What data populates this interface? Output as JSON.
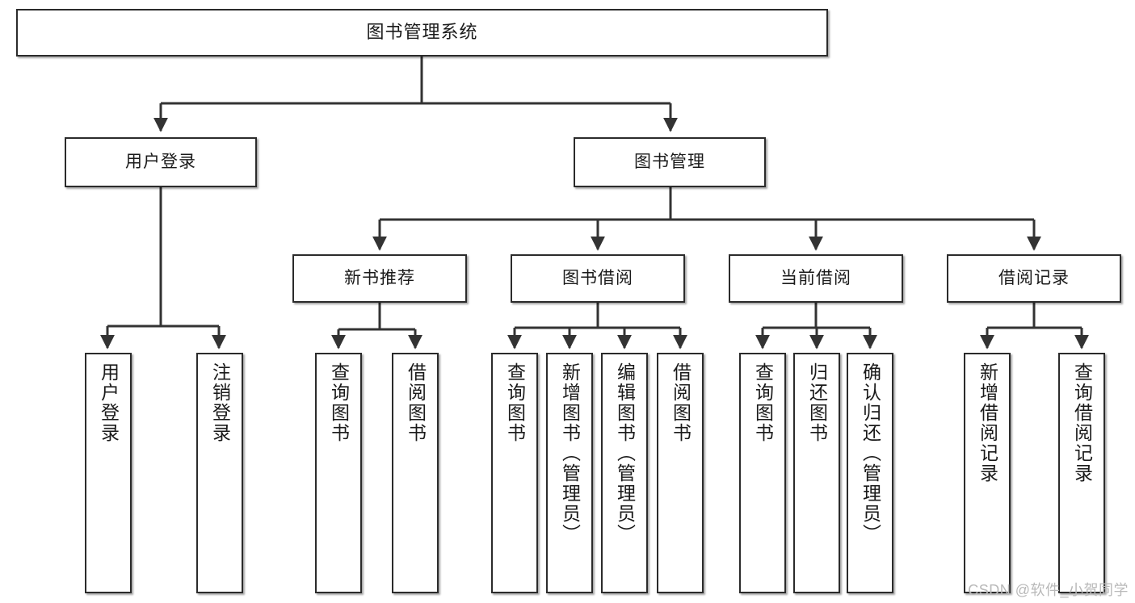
{
  "diagram": {
    "title": "图书管理系统",
    "type": "tree",
    "watermark": "CSDN @软件_小贺同学",
    "colors": {
      "box_border": "#2b2b2b",
      "box_fill": "#ffffff",
      "connector": "#333333",
      "text": "#1a1a1a",
      "watermark": "#b9b9b9"
    },
    "root": {
      "label": "图书管理系统"
    },
    "level1": [
      {
        "label": "用户登录"
      },
      {
        "label": "图书管理"
      }
    ],
    "level2": [
      {
        "label": "新书推荐"
      },
      {
        "label": "图书借阅"
      },
      {
        "label": "当前借阅"
      },
      {
        "label": "借阅记录"
      }
    ],
    "leaves": {
      "user_login": [
        {
          "label": "用户登录"
        },
        {
          "label": "注销登录"
        }
      ],
      "new_book_recommend": [
        {
          "label": "查询图书"
        },
        {
          "label": "借阅图书"
        }
      ],
      "book_borrow": [
        {
          "label": "查询图书"
        },
        {
          "label": "新增图书（管理员）"
        },
        {
          "label": "编辑图书（管理员）"
        },
        {
          "label": "借阅图书"
        }
      ],
      "current_borrow": [
        {
          "label": "查询图书"
        },
        {
          "label": "归还图书"
        },
        {
          "label": "确认归还（管理员）"
        }
      ],
      "borrow_record": [
        {
          "label": "新增借阅记录"
        },
        {
          "label": "查询借阅记录"
        }
      ]
    }
  }
}
